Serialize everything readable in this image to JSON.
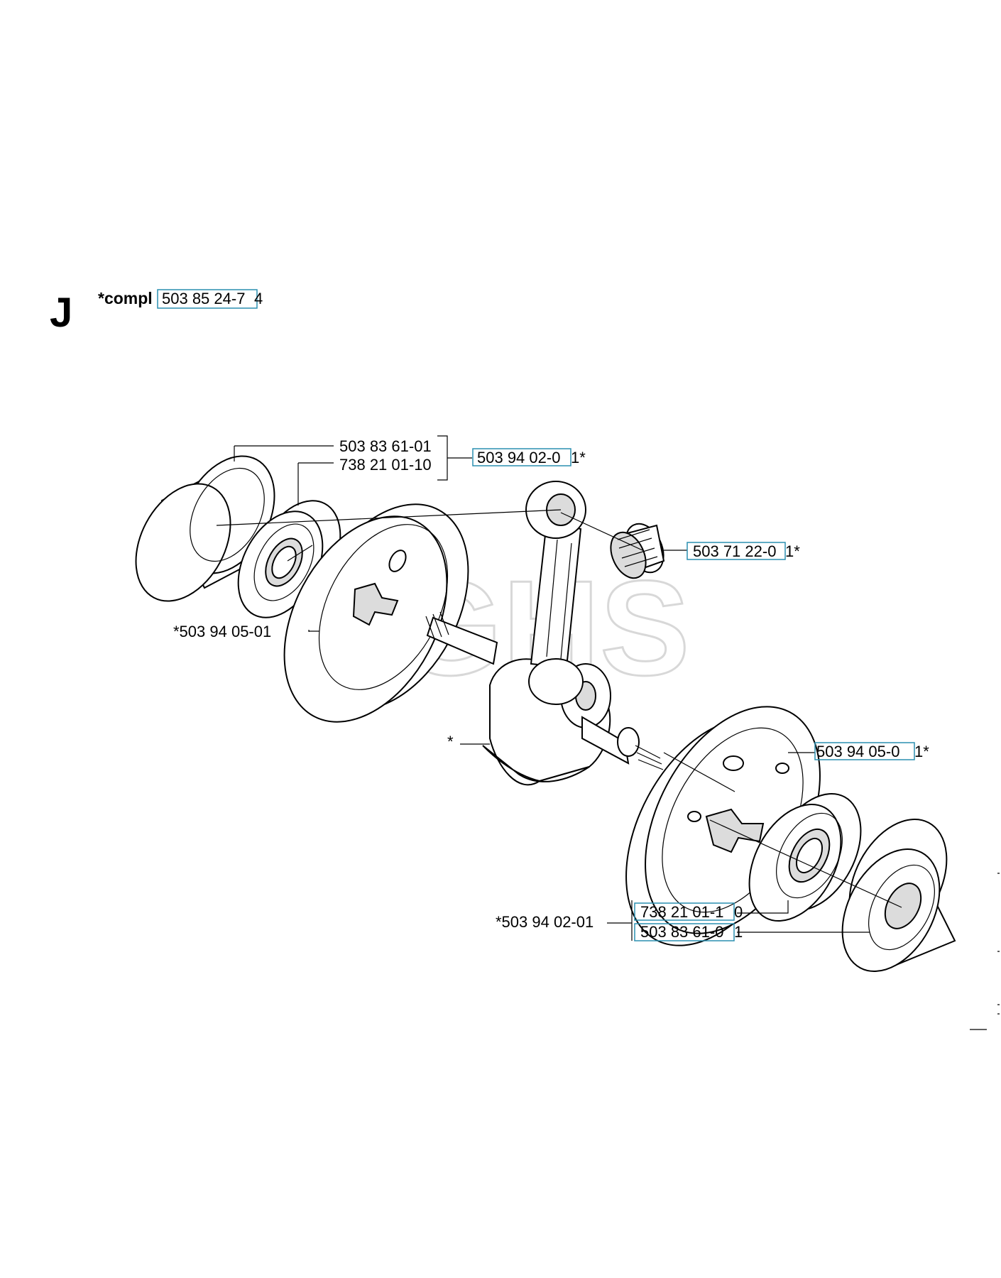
{
  "header": {
    "section_letter": "J",
    "title_prefix": "*compl",
    "title_part": "503 85 24-7",
    "title_suffix": "4"
  },
  "watermark": "GHS",
  "labels": {
    "bearing_top_outer": "503 83 61-01",
    "bearing_top_inner": "738 21 01-10",
    "crank_kit_top_link": "503 94 02-0",
    "crank_kit_top_suffix": "1*",
    "needle_bearing_link": "503 71 22-0",
    "needle_bearing_suffix": "1*",
    "crank_half_left": "*503 94 05-01",
    "crankshaft_asterisk": "*",
    "crank_half_right_link": "503 94 05-0",
    "crank_half_right_suffix": "1*",
    "crank_kit_bottom": "*503 94 02-01",
    "bearing_bottom_inner_link": "738 21 01-1",
    "bearing_bottom_inner_suffix": "0",
    "bearing_bottom_outer_link": "503 83 61-0",
    "bearing_bottom_outer_suffix": "1"
  },
  "colors": {
    "link_box": "#2a8fb0",
    "watermark": "#d8d8d8"
  }
}
